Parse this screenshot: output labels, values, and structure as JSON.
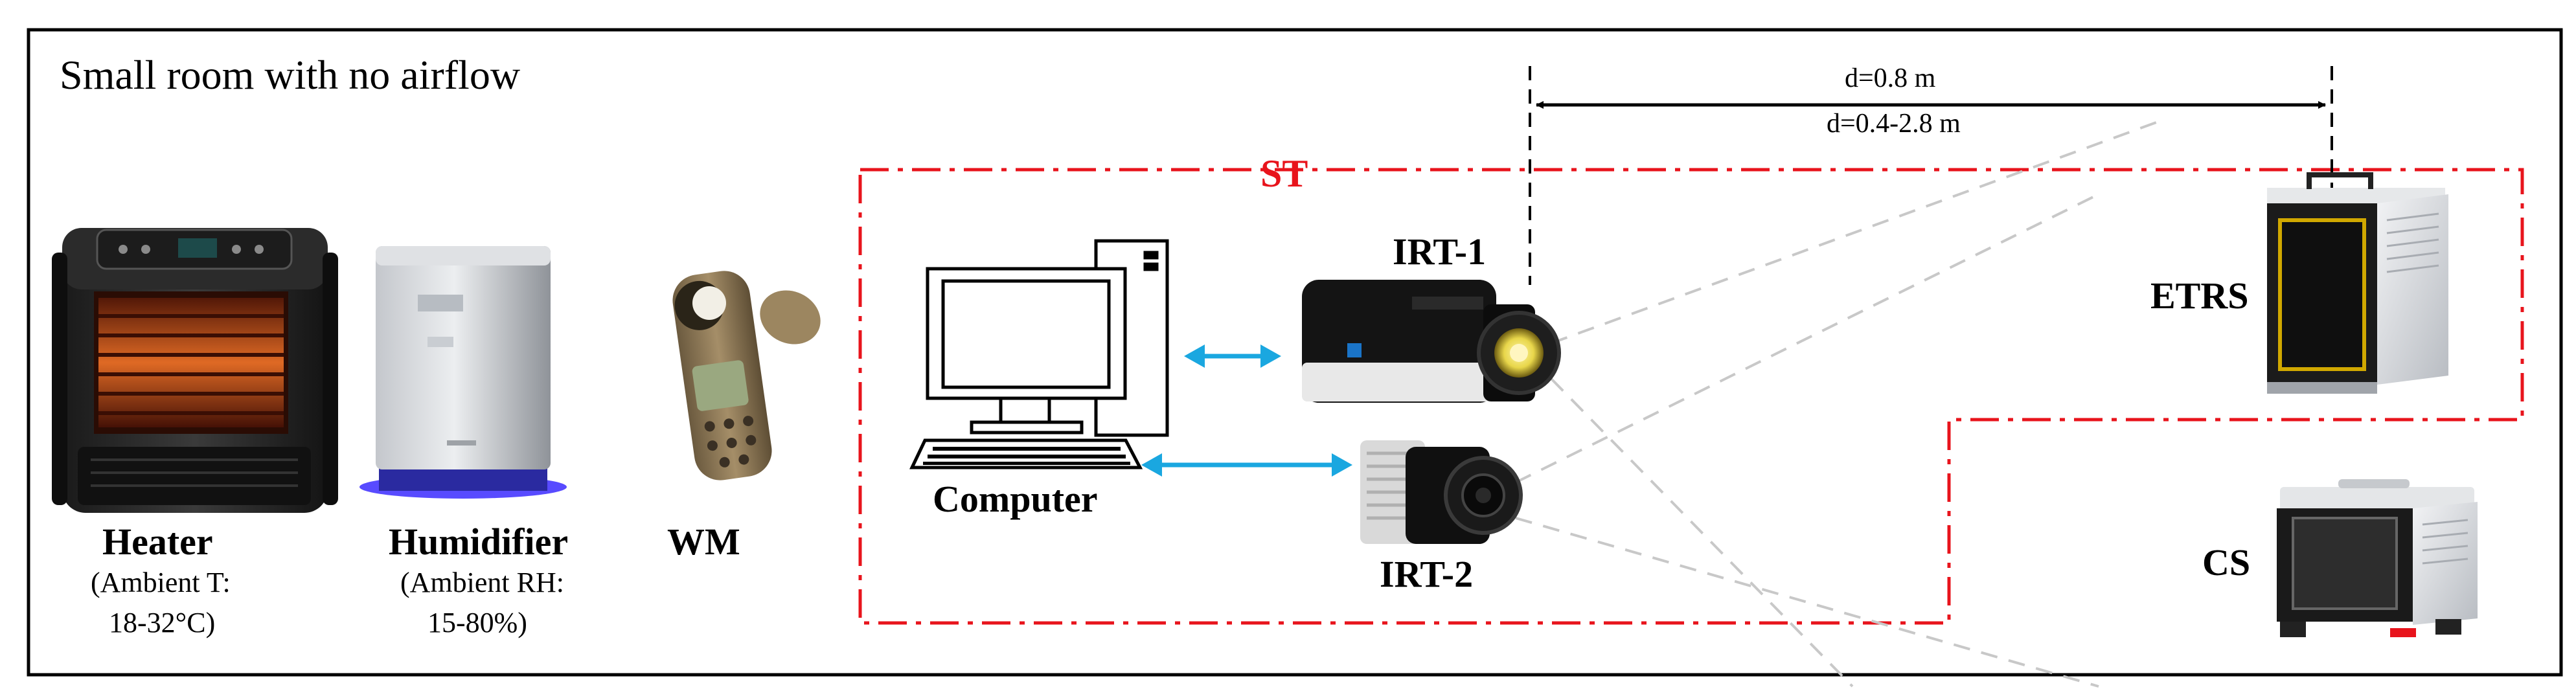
{
  "room_title": "Small room with no airflow",
  "distance_fixed": "d=0.8 m",
  "distance_range": "d=0.4-2.8 m",
  "st_label": "ST",
  "devices": {
    "heater": {
      "name": "Heater",
      "detail_line1": "(Ambient T:",
      "detail_line2": "18-32°C)"
    },
    "humidifier": {
      "name": "Humidifier",
      "detail_line1": "(Ambient RH:",
      "detail_line2": "15-80%)"
    },
    "wm": {
      "name": "WM"
    },
    "computer": {
      "name": "Computer"
    },
    "irt1": {
      "name": "IRT-1"
    },
    "irt2": {
      "name": "IRT-2"
    },
    "etrs": {
      "name": "ETRS"
    },
    "cs": {
      "name": "CS"
    }
  },
  "colors": {
    "st_boundary": "#e8141c",
    "data_link": "#1aa7e0",
    "humidifier_glow": "#3b2cff",
    "heater_glow": "#ff7a2a"
  }
}
